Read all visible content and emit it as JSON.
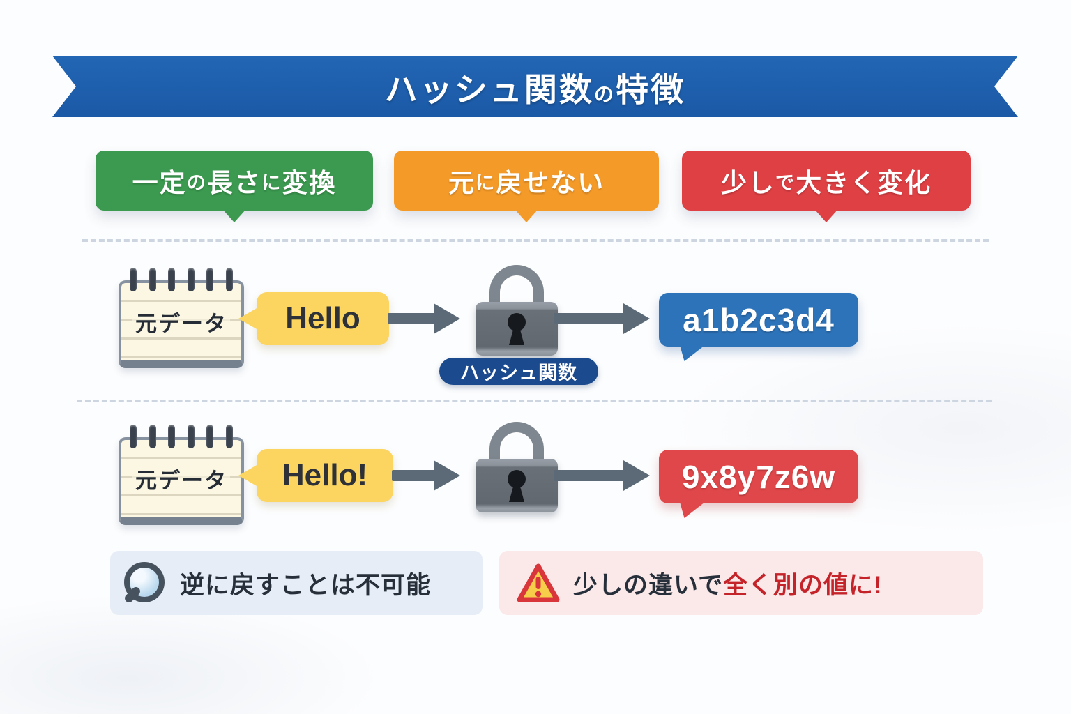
{
  "title": {
    "parts": [
      {
        "t": "ハッシュ関数"
      },
      {
        "t": "の",
        "cls": "small"
      },
      {
        "t": "特徴"
      }
    ],
    "plain": "ハッシュ関数の特徴"
  },
  "features": [
    {
      "id": "fixed-length",
      "plain": "一定の長さに変換",
      "parts": [
        {
          "t": "一定"
        },
        {
          "t": "の",
          "cls": "small"
        },
        {
          "t": "長さ"
        },
        {
          "t": "に",
          "cls": "small"
        },
        {
          "t": "変換"
        }
      ],
      "color": "#3b9a4f"
    },
    {
      "id": "irreversible",
      "plain": "元に戻せない",
      "parts": [
        {
          "t": "元"
        },
        {
          "t": "に",
          "cls": "small"
        },
        {
          "t": "戻せない"
        }
      ],
      "color": "#f49a28"
    },
    {
      "id": "avalanche",
      "plain": "少しで大きく変化",
      "parts": [
        {
          "t": "少し"
        },
        {
          "t": "で",
          "cls": "small"
        },
        {
          "t": "大きく変化"
        }
      ],
      "color": "#df4044"
    }
  ],
  "rows": [
    {
      "input_label": "元データ",
      "input_text": "Hello",
      "hash_label": "ハッシュ関数",
      "output": "a1b2c3d4",
      "output_color": "#2d73b9"
    },
    {
      "input_label": "元データ",
      "input_text": "Hello!",
      "output": "9x8y7z6w",
      "output_color": "#e0474a"
    }
  ],
  "notes": {
    "left": {
      "icon": "magnifier-icon",
      "text": "逆に戻すことは不可能"
    },
    "right": {
      "icon": "warning-icon",
      "plain": "少しの違いで全く別の値に!",
      "parts": [
        {
          "t": "少しの違いで"
        },
        {
          "t": "全く別の値に!",
          "cls": "red"
        }
      ]
    }
  },
  "colors": {
    "banner_blue": "#1f5fae",
    "feature_green": "#3b9a4f",
    "feature_orange": "#f49a28",
    "feature_red": "#df4044",
    "input_bubble_yellow": "#fbd55f",
    "hash_pill_navy": "#1c4a8e",
    "output_blue": "#2d73b9",
    "output_red": "#e0474a",
    "arrow_gray": "#5c6a77",
    "note_left_bg": "#e7edf6",
    "note_right_bg": "#fbe8e8",
    "warning_text_red": "#c4232a",
    "notepad_paper": "#fcf7e3"
  }
}
